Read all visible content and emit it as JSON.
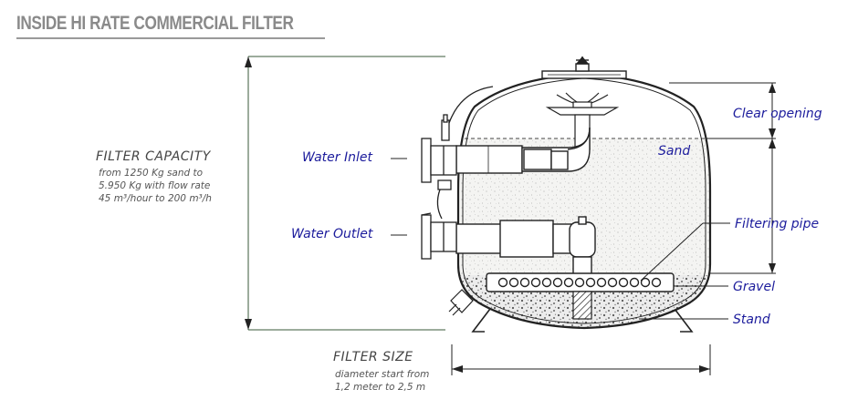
{
  "title": "INSIDE HI RATE COMMERCIAL FILTER",
  "filter_capacity": {
    "heading": "FILTER CAPACITY",
    "line1": "from 1250 Kg sand to",
    "line2": "5.950 Kg with flow rate",
    "line3": "45 m³/hour to 200 m³/h"
  },
  "filter_size": {
    "heading": "FILTER SIZE",
    "line1": "diameter start from",
    "line2": "1,2 meter to 2,5 m"
  },
  "labels": {
    "water_inlet": "Water Inlet",
    "water_outlet": "Water Outlet",
    "clear_opening": "Clear opening",
    "sand": "Sand",
    "filtering_pipe": "Filtering pipe",
    "gravel": "Gravel",
    "stand": "Stand"
  },
  "colors": {
    "label_blue": "#1c1c9c",
    "title_gray": "#8a8a8a",
    "line_dark": "#222222",
    "dimension_green": "#3a5a3a"
  }
}
